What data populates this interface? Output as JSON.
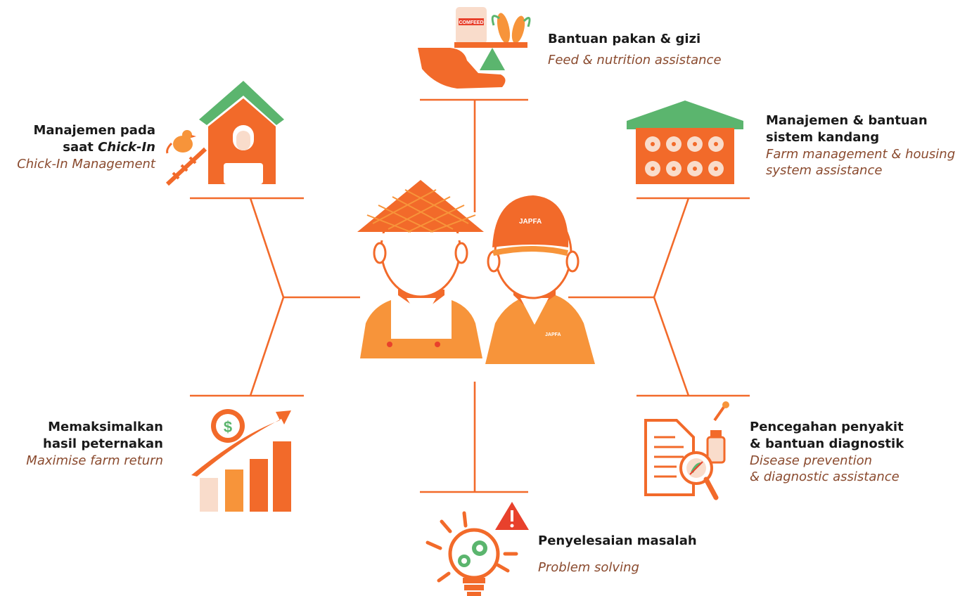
{
  "center": {
    "cap_brand": "JAPFA",
    "shirt_brand": "JAPFA"
  },
  "feed_bag_label": "COMFEED",
  "items": {
    "feed": {
      "title": "Bantuan pakan & gizi",
      "subtitle": "Feed & nutrition assistance"
    },
    "chickin": {
      "title_line1": "Manajemen pada",
      "title_line2_prefix": "saat ",
      "title_line2_emph": "Chick-In",
      "subtitle": "Chick-In Management"
    },
    "farm": {
      "title_line1": "Manajemen & bantuan",
      "title_line2": "sistem kandang",
      "subtitle_line1": "Farm management & housing",
      "subtitle_line2": "system assistance"
    },
    "return": {
      "title_line1": "Memaksimalkan",
      "title_line2": "hasil peternakan",
      "subtitle": "Maximise farm return"
    },
    "disease": {
      "title_line1": "Pencegahan penyakit",
      "title_line2": "& bantuan diagnostik",
      "subtitle_line1": "Disease prevention",
      "subtitle_line2": "& diagnostic assistance"
    },
    "problem": {
      "title": "Penyelesaian masalah",
      "subtitle": "Problem solving"
    }
  },
  "colors": {
    "orange": "#f26a2a",
    "light_orange": "#f7943a",
    "green": "#5bb56e",
    "peach": "#f9dccb",
    "red": "#e8412c",
    "text_dark": "#1a1a1a",
    "text_sub": "#8a4a2e"
  }
}
